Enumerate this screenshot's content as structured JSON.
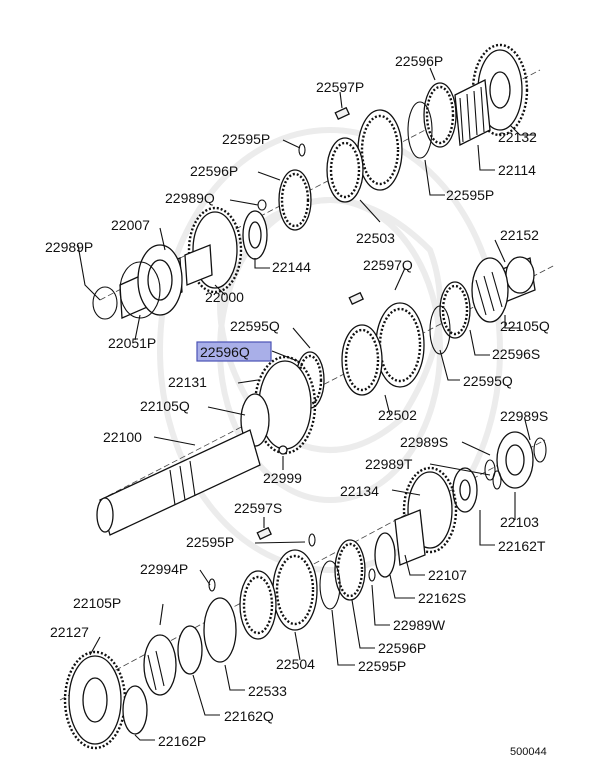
{
  "diagram": {
    "figure_code": "500044",
    "highlight_color": "#a9afe8",
    "labels": {
      "p22596P_top": "22596P",
      "p22597P_top": "22597P",
      "p22132": "22132",
      "p22595P_a": "22595P",
      "p22114": "22114",
      "p22596P_b": "22596P",
      "p22595P_b": "22595P",
      "p22989Q": "22989Q",
      "p22007": "22007",
      "p22503": "22503",
      "p22989P": "22989P",
      "p22144": "22144",
      "p22152": "22152",
      "p22597Q": "22597Q",
      "p22000": "22000",
      "p22105Q_a": "22105Q",
      "p22595Q_a": "22595Q",
      "p22051P": "22051P",
      "p22596Q": "22596Q",
      "p22596S": "22596S",
      "p22131": "22131",
      "p22595Q_b": "22595Q",
      "p22105Q_b": "22105Q",
      "p22502": "22502",
      "p22989S_a": "22989S",
      "p22100": "22100",
      "p22989S_b": "22989S",
      "p22989T": "22989T",
      "p22999": "22999",
      "p22134": "22134",
      "p22103": "22103",
      "p22597S": "22597S",
      "p22162T": "22162T",
      "p22595P_c": "22595P",
      "p22994P": "22994P",
      "p22107": "22107",
      "p22105P": "22105P",
      "p22162S": "22162S",
      "p22989W": "22989W",
      "p22127": "22127",
      "p22596P_c": "22596P",
      "p22504": "22504",
      "p22595P_d": "22595P",
      "p22533": "22533",
      "p22162Q": "22162Q",
      "p22162P": "22162P"
    }
  }
}
